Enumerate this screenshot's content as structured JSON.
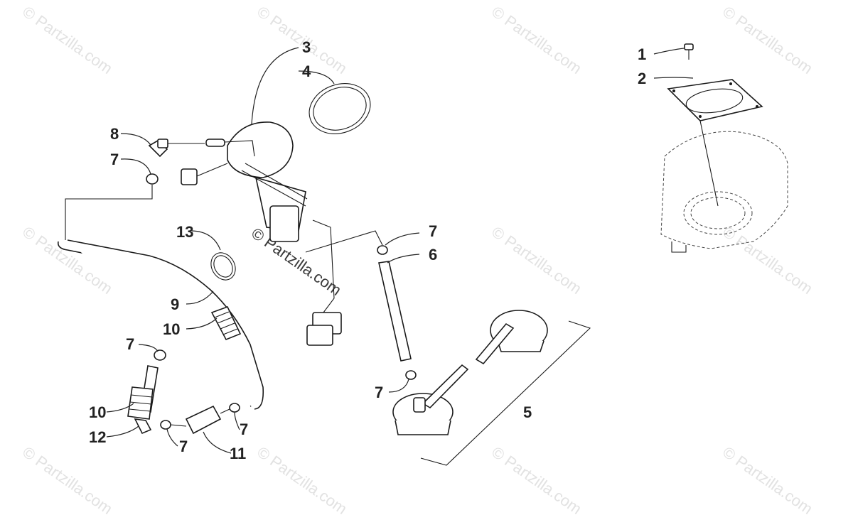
{
  "watermark_text": "© Partzilla.com",
  "callouts": [
    {
      "label": "1"
    },
    {
      "label": "2"
    },
    {
      "label": "3"
    },
    {
      "label": "4"
    },
    {
      "label": "5"
    },
    {
      "label": "6"
    },
    {
      "label": "7"
    },
    {
      "label": "8"
    },
    {
      "label": "9"
    },
    {
      "label": "10"
    },
    {
      "label": "11"
    },
    {
      "label": "12"
    },
    {
      "label": "13"
    }
  ],
  "colors": {
    "ink": "#1a1a1a",
    "watermark": "#e2e2e2",
    "background": "#ffffff"
  }
}
